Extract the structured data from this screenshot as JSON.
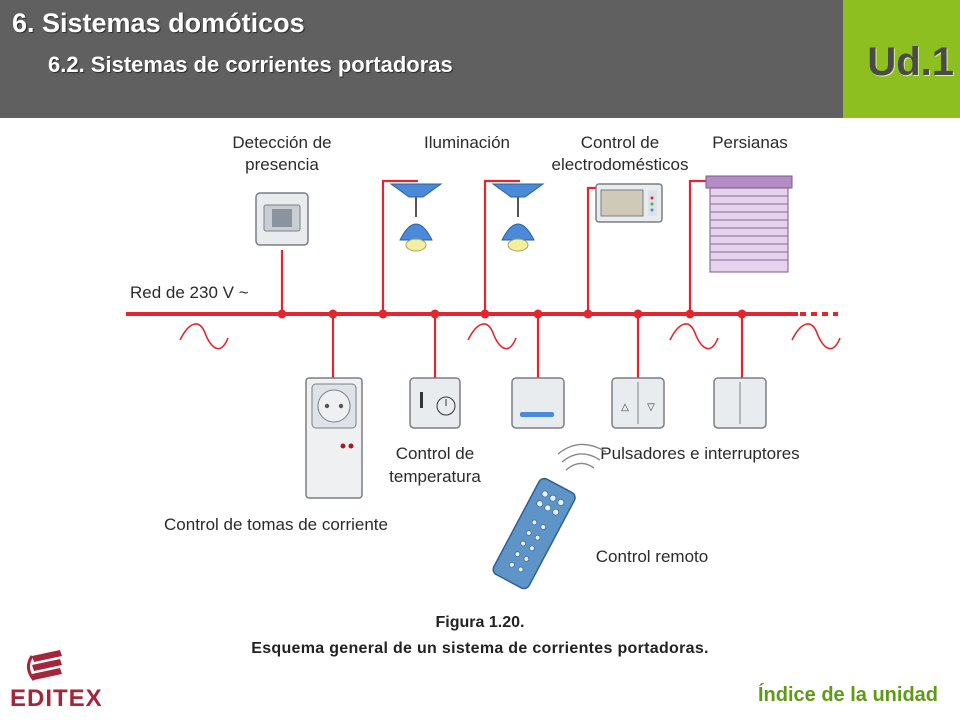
{
  "header": {
    "title": "6. Sistemas domóticos",
    "subtitle": "6.2. Sistemas de corrientes portadoras",
    "unit": "Ud.1"
  },
  "diagram": {
    "labels": {
      "deteccion_line1": "Detección de",
      "deteccion_line2": "presencia",
      "iluminacion": "Iluminación",
      "electro_line1": "Control de",
      "electro_line2": "electrodomésticos",
      "persianas": "Persianas",
      "red": "Red de 230 V ~",
      "temp_line1": "Control de",
      "temp_line2": "temperatura",
      "pulsadores": "Pulsadores e interruptores",
      "tomas": "Control de tomas de corriente",
      "remoto": "Control remoto"
    },
    "colors": {
      "line": "#e2262e",
      "device_fill": "#e9ecef",
      "device_stroke": "#7a7f86",
      "lamp_blue": "#4a8ad8",
      "blind": "#c9a6d4",
      "remote": "#5e94c6"
    }
  },
  "caption": {
    "figure": "Figura 1.20.",
    "text": "Esquema general de un sistema de corrientes portadoras."
  },
  "footer": {
    "logo_text": "EDITEX",
    "index_link": "Índice de la unidad"
  }
}
